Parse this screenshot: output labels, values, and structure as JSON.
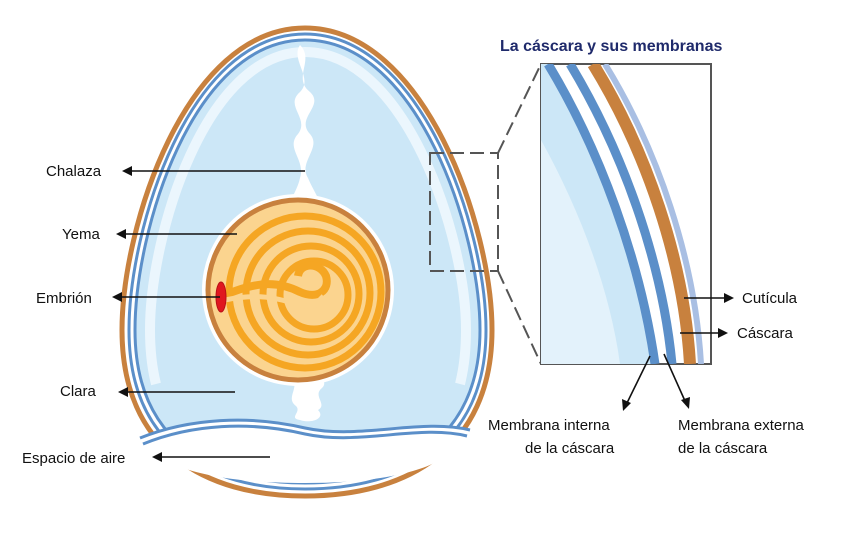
{
  "title": "La cáscara y sus membranas",
  "labels": {
    "chalaza": "Chalaza",
    "yema": "Yema",
    "embrion": "Embrión",
    "clara": "Clara",
    "espacio_aire": "Espacio de aire",
    "cuticula": "Cutícula",
    "cascara": "Cáscara",
    "membrana_interna_l1": "Membrana interna",
    "membrana_interna_l2": "de la cáscara",
    "membrana_externa_l1": "Membrana externa",
    "membrana_externa_l2": "de la cáscara"
  },
  "colors": {
    "shell": "#c8813e",
    "membrane": "#5b8fc9",
    "albumen": "#cce7f7",
    "yolk": "#f5a623",
    "yolk_light": "#fbd48f",
    "embryo": "#e0171f",
    "cuticle": "#a9bfe3",
    "title": "#1f2a6b"
  }
}
